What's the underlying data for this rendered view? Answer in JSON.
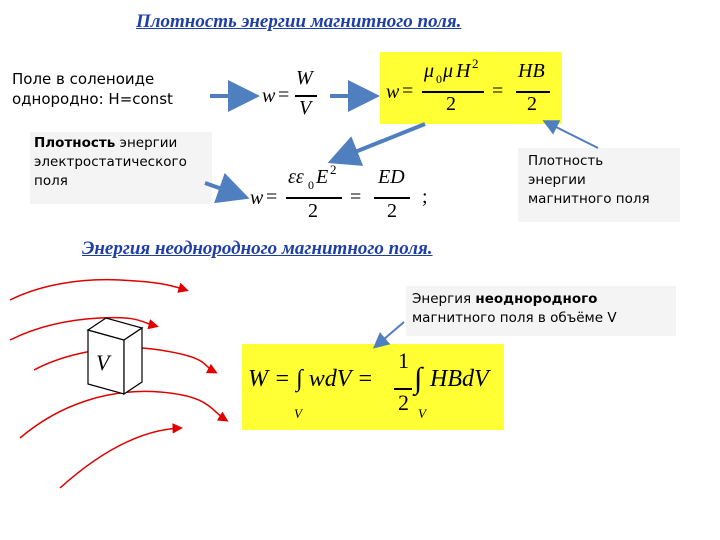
{
  "title1": "Плотность энергии магнитного поля.",
  "title2": "Энергия неоднородного магнитного поля.",
  "notes": {
    "solenoid_line1": "Поле в соленоиде",
    "solenoid_line2": "однородно: H=const",
    "electro_word1": "Плотность",
    "electro_rest": " энергии электростатического поля",
    "magnetic_line1": "Плотность",
    "magnetic_line2": "энергии",
    "magnetic_line3": "магнитного поля",
    "inhom_part1": "Энергия ",
    "inhom_part2": "неоднородного",
    "inhom_part3": " магнитного поля в объёме V"
  },
  "formulas": {
    "w": "w",
    "eq": "=",
    "W": "W",
    "V": "V",
    "mu0": "μ",
    "sub0": "0",
    "mu": "μ",
    "H": "H",
    "sup2": "2",
    "two": "2",
    "HB": "HB",
    "eps": "εε",
    "E": "E",
    "ED": "ED",
    "semicolon": ";",
    "int_lhs": "W = ∫ wdV =",
    "one": "1",
    "int_rhs": "HBdV",
    "lim_V": "V"
  },
  "figure": {
    "volume_label": "V"
  },
  "colors": {
    "title": "#1f3fa8",
    "arrow": "#4f7fbf",
    "highlight": "#ffff33",
    "field_lines": "#e00000"
  }
}
